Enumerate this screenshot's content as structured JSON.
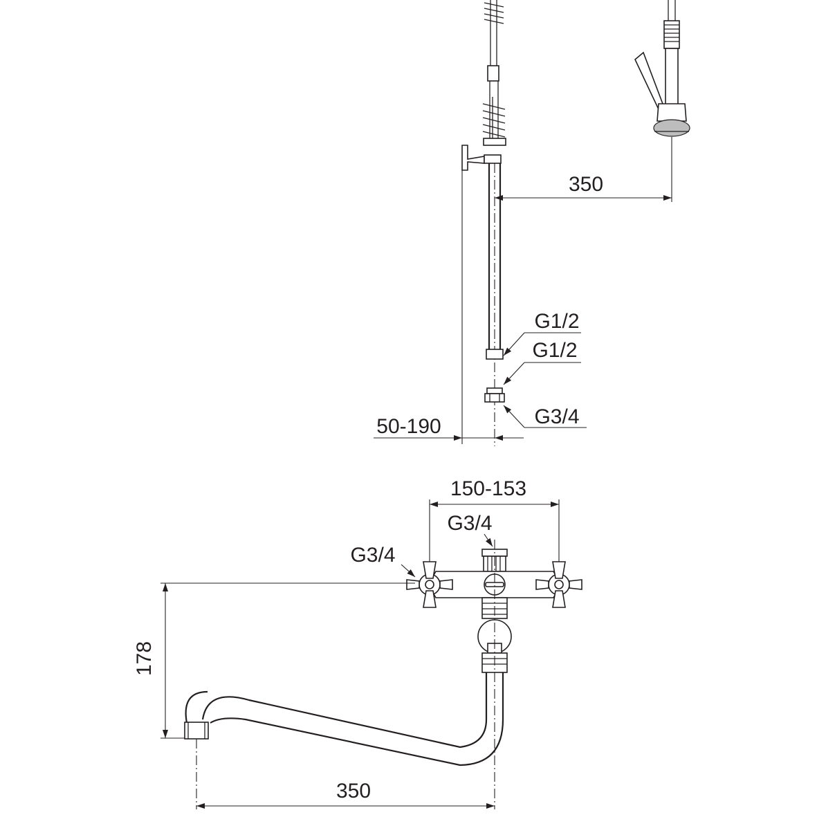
{
  "labels": {
    "spray_arm_offset": "350",
    "inlet_thread_hose": "G1/2",
    "inlet_thread_adapter": "G1/2",
    "supply_thread_bottom": "G3/4",
    "wall_offset": "50-190",
    "center_distance": "150-153",
    "outlet_thread_top": "G3/4",
    "supply_thread_side": "G3/4",
    "spout_height": "178",
    "spout_reach": "350"
  },
  "colors": {
    "line": "#231f20",
    "background": "#ffffff"
  }
}
